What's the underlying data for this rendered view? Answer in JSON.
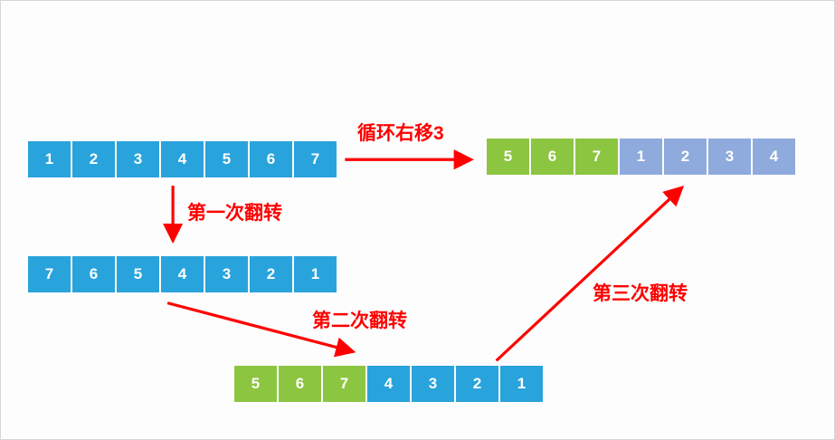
{
  "colors": {
    "cell-blue": "#29a3dc",
    "cell-green": "#8cc540",
    "cell-lavender": "#8faadc",
    "arrow-red": "#fe0000",
    "cell-text": "#ffffff"
  },
  "labels": {
    "rotate": "循环右移3",
    "reverse1": "第一次翻转",
    "reverse2": "第二次翻转",
    "reverse3": "第三次翻转"
  },
  "arrays": {
    "original": {
      "values": [
        "1",
        "2",
        "3",
        "4",
        "5",
        "6",
        "7"
      ]
    },
    "rotated": {
      "values": [
        "5",
        "6",
        "7",
        "1",
        "2",
        "3",
        "4"
      ]
    },
    "reversed_all": {
      "values": [
        "7",
        "6",
        "5",
        "4",
        "3",
        "2",
        "1"
      ]
    },
    "reversed_parts": {
      "values": [
        "5",
        "6",
        "7",
        "4",
        "3",
        "2",
        "1"
      ]
    }
  }
}
